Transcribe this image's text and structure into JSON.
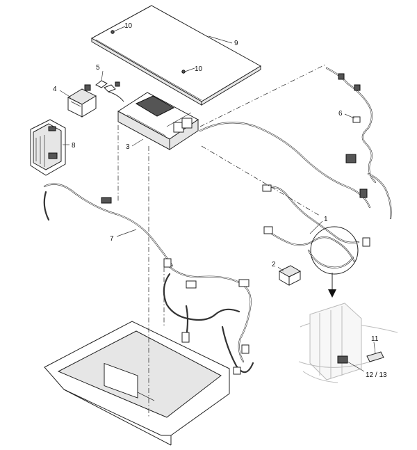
{
  "callouts": {
    "c1": "1",
    "c2": "2",
    "c3": "3",
    "c4": "4",
    "c5": "5",
    "c6": "6",
    "c7": "7",
    "c8": "8",
    "c9": "9",
    "c10a": "10",
    "c10b": "10",
    "c11": "11",
    "c12": "12 / 13"
  }
}
